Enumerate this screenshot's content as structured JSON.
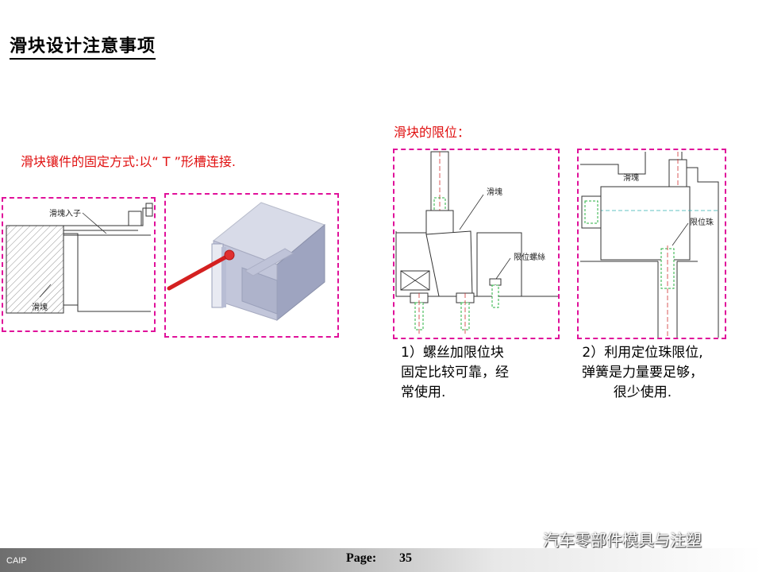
{
  "slide": {
    "title": "滑块设计注意事项",
    "left_heading": "滑块镶件的固定方式:以“ T ”形槽连接.",
    "right_heading": "滑块的限位："
  },
  "labels": {
    "insert": "滑塊入子",
    "slider_left": "滑塊",
    "slider_mid": "滑塊",
    "stop_screw": "限位螺絲",
    "slider_right": "滑塊",
    "ball": "限位珠"
  },
  "captions": {
    "cap1_line1": "1）螺丝加限位块",
    "cap1_line2": "固定比较可靠，经",
    "cap1_line3": "常使用.",
    "cap2_line1": "2）利用定位珠限位,",
    "cap2_line2": "弹簧是力量要足够，",
    "cap2_line3": "很少使用."
  },
  "footer": {
    "brand": "CAIP",
    "page_label": "Page:",
    "page_number": "35",
    "watermark": "汽车零部件模具与注塑",
    "watermark_icon": "wechat-icon"
  },
  "colors": {
    "heading_red": "#e01010",
    "panel_border": "#e0109a",
    "pin_red": "#d42020"
  }
}
